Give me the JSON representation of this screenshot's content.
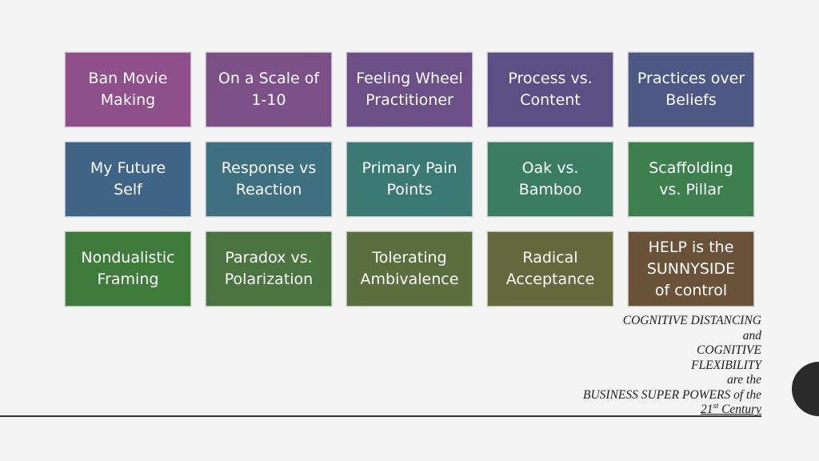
{
  "tiles": [
    {
      "label": "Ban Movie\nMaking",
      "color": "#8e4f8a"
    },
    {
      "label": "On a Scale of\n1-10",
      "color": "#7c5187"
    },
    {
      "label": "Feeling Wheel\nPractitioner",
      "color": "#6c4f86"
    },
    {
      "label": "Process vs.\nContent",
      "color": "#5b4f86"
    },
    {
      "label": "Practices over\nBeliefs",
      "color": "#4d5984"
    },
    {
      "label": "My Future\nSelf",
      "color": "#3f6485"
    },
    {
      "label": "Response vs\nReaction",
      "color": "#3f7080"
    },
    {
      "label": "Primary Pain\nPoints",
      "color": "#3b7a72"
    },
    {
      "label": "Oak vs.\nBamboo",
      "color": "#3b7d63"
    },
    {
      "label": "Scaffolding\nvs. Pillar",
      "color": "#3d7f4f"
    },
    {
      "label": "Nondualistic\nFraming",
      "color": "#3f7c3c"
    },
    {
      "label": "Paradox vs.\nPolarization",
      "color": "#4b7440"
    },
    {
      "label": "Tolerating\nAmbivalence",
      "color": "#5b6e3e"
    },
    {
      "label": "Radical\nAcceptance",
      "color": "#66683e"
    },
    {
      "label": "HELP is the\nSUNNYSIDE\nof control",
      "color": "#6a5238"
    }
  ],
  "caption": {
    "line1": "COGNITIVE DISTANCING",
    "line2": "and",
    "line3": "COGNITIVE",
    "line4": "FLEXIBILITY",
    "line5": "are the",
    "line6a": "BUSINESS SUPER POWERS",
    "line6b": " of the",
    "line7a": "21",
    "line7sup": "st",
    "line7b": " Century"
  }
}
